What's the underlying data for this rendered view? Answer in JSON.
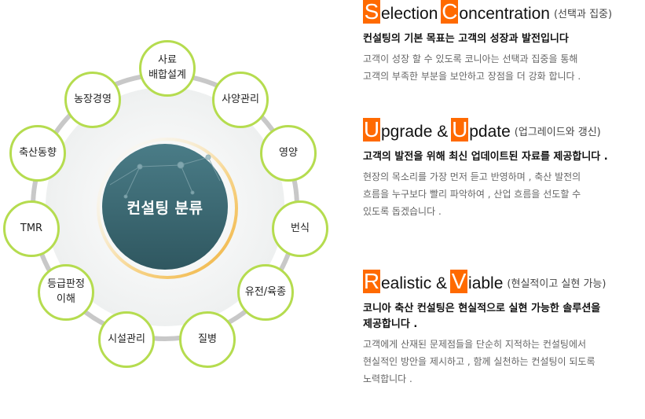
{
  "center": {
    "label": "컨설팅 분류"
  },
  "categories": [
    {
      "label": "사료\n배합설계"
    },
    {
      "label": "사양관리"
    },
    {
      "label": "영양"
    },
    {
      "label": "번식"
    },
    {
      "label": "유전/육종"
    },
    {
      "label": "질병"
    },
    {
      "label": "시설관리"
    },
    {
      "label": "등급판정\n이해"
    },
    {
      "label": "TMR"
    },
    {
      "label": "축산동향"
    },
    {
      "label": "농장경영"
    }
  ],
  "features": [
    {
      "cap1": "S",
      "word1": "election",
      "cap2": "C",
      "word2": "oncentration",
      "korean": "(선택과 집중)",
      "subtitle": "컨설팅의 기본 목표는 고객의 성장과 발전입니다",
      "desc1": "고객이 성장 할 수 있도록 코니아는 선택과 집중을 통해",
      "desc2": "고객의 부족한 부분을 보안하고 장점을 더 강화 합니다 .",
      "desc3": ""
    },
    {
      "cap1": "U",
      "word1": "pgrade &",
      "cap2": "U",
      "word2": "pdate",
      "korean": "(업그레이드와 갱신)",
      "subtitle": "고객의 발전을 위해 최신 업데이트된 자료를 제공합니다 .",
      "desc1": "현장의 목소리를 가장 먼저 듣고 반영하며 , 축산 발전의",
      "desc2": "흐름을 누구보다 빨리 파악하여 , 산업 흐름을 선도할 수",
      "desc3": "있도록 돕겠습니다 ."
    },
    {
      "cap1": "R",
      "word1": "ealistic &",
      "cap2": "V",
      "word2": "iable",
      "korean": "(현실적이고 실현 가능)",
      "subtitle": "코니아 축산 컨설팅은 현실적으로 실현 가능한 솔루션을\n제공합니다 .",
      "desc1": "고객에게 산재된 문제점들을 단순히 지적하는 컨설팅에서",
      "desc2": "현실적인 방안을 제시하고 , 함께 실천하는 컨설팅이 되도록",
      "desc3": "노력합니다 ."
    }
  ],
  "colors": {
    "accent": "#ff6a00",
    "node_border": "#b5dc4f",
    "center": "#3d6b76",
    "ring": "#c8c8c8"
  }
}
